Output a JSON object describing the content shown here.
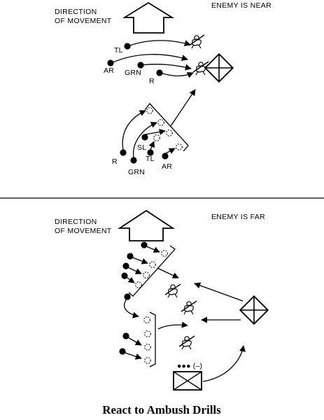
{
  "top": {
    "direction_line1": "DIRECTION",
    "direction_line2": "OF MOVEMENT",
    "condition": "ENEMY IS NEAR",
    "labels": {
      "tl_a": "TL",
      "ar_a": "AR",
      "grn_a": "GRN",
      "r_a": "R",
      "r_b": "R",
      "grn_b": "GRN",
      "sl": "SL",
      "tl_b": "TL",
      "ar_b": "AR"
    }
  },
  "bottom": {
    "direction_line1": "DIRECTION",
    "direction_line2": "OF MOVEMENT",
    "condition": "ENEMY IS FAR",
    "unit_mark": "●●● (–)"
  },
  "caption": "React to Ambush Drills",
  "icons": [
    "up-arrow-icon",
    "enemy-soldier-icon",
    "enemy-position-icon",
    "friendly-unit-icon"
  ],
  "colors": {
    "ink": "#000000",
    "background": "#ffffff"
  }
}
